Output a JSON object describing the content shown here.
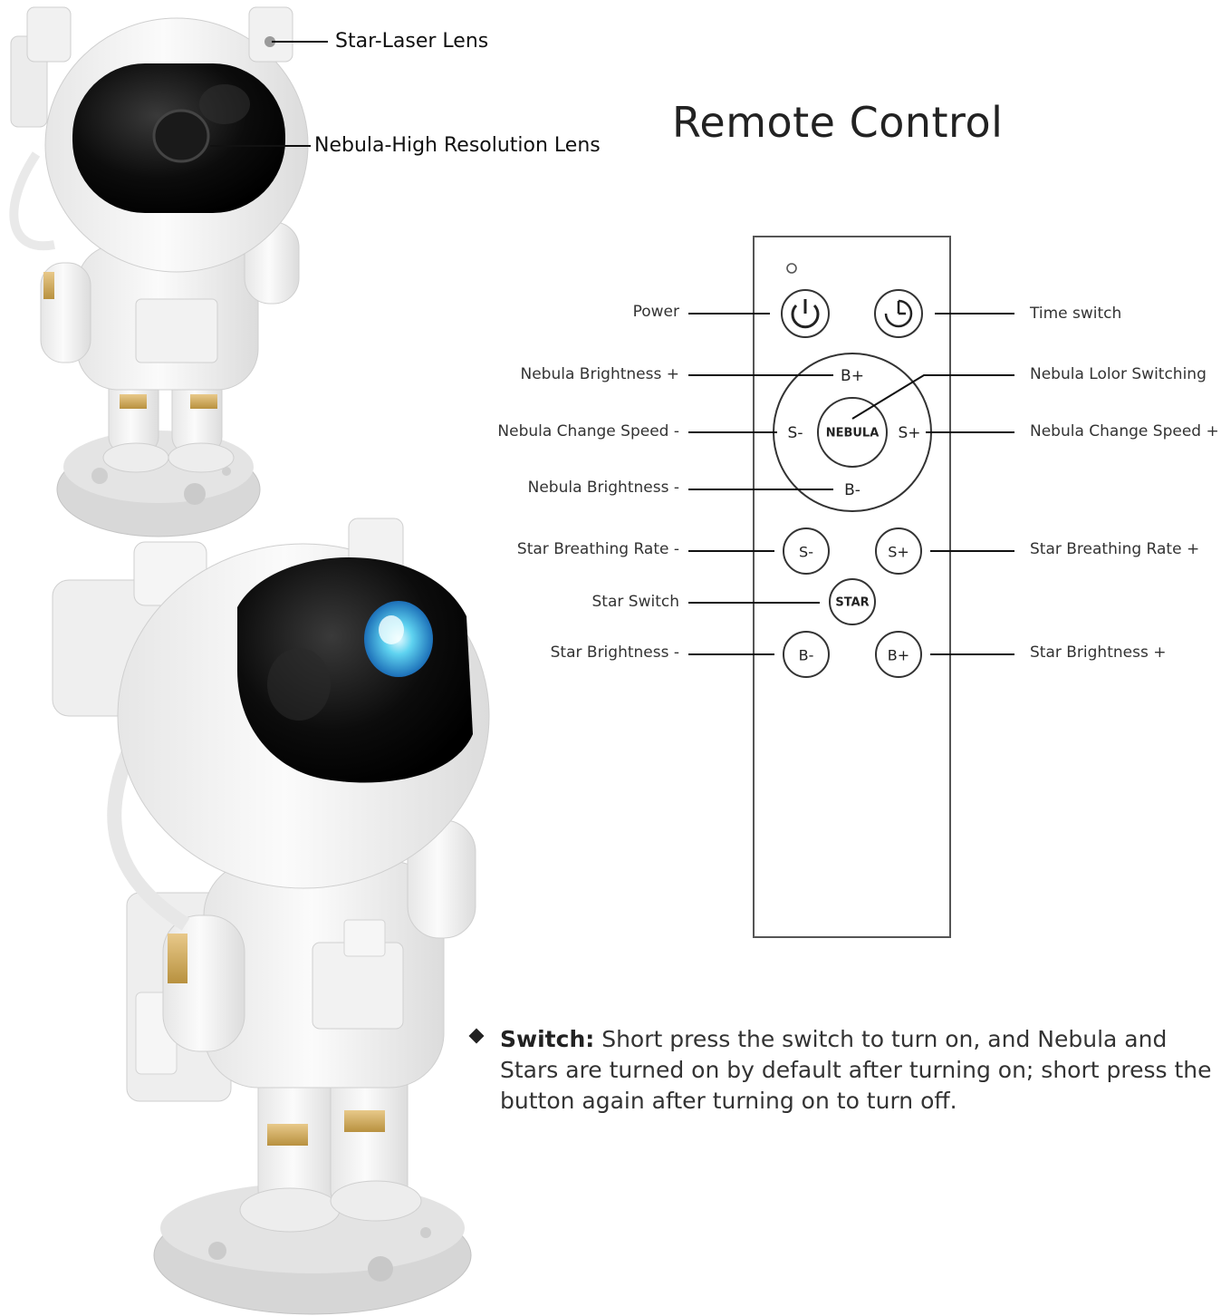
{
  "lens_labels": {
    "star_laser": "Star-Laser Lens",
    "nebula": "Nebula-High Resolution Lens"
  },
  "remote": {
    "title": "Remote Control",
    "labels_left": {
      "power": "Power",
      "nebula_brightness_plus": "Nebula Brightness +",
      "nebula_change_speed_minus": "Nebula Change Speed -",
      "nebula_brightness_minus": "Nebula Brightness -",
      "star_breathing_minus": "Star Breathing Rate -",
      "star_switch": "Star Switch",
      "star_brightness_minus": "Star Brightness -"
    },
    "labels_right": {
      "time_switch": "Time switch",
      "nebula_color": "Nebula Lolor Switching",
      "nebula_change_speed_plus": "Nebula Change Speed +",
      "star_breathing_plus": "Star Breathing Rate +",
      "star_brightness_plus": "Star Brightness +"
    },
    "buttons": {
      "b_plus": "B+",
      "b_minus": "B-",
      "s_minus": "S-",
      "s_plus": "S+",
      "nebula": "NEBULA",
      "star": "STAR"
    }
  },
  "note": {
    "heading": "Switch:",
    "text": " Short press the switch to turn on, and Nebula and Stars are turned on by default after turning on; short press the button again after turning on to turn off."
  }
}
